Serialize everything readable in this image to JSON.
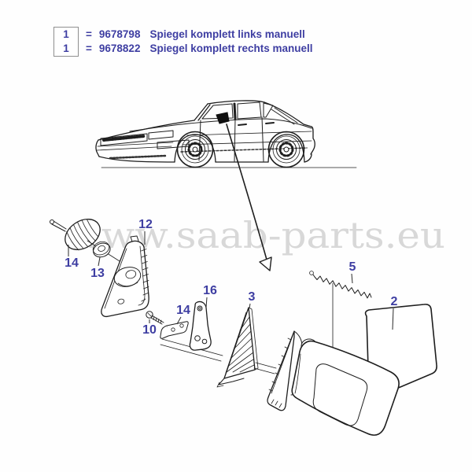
{
  "legend": {
    "rows": [
      {
        "qty": "1",
        "eq": "=",
        "code": "9678798",
        "desc": "Spiegel komplett links manuell"
      },
      {
        "qty": "1",
        "eq": "=",
        "code": "9678822",
        "desc": "Spiegel komplett rechts manuell"
      }
    ]
  },
  "watermark": {
    "text": "www.saab-parts.eu"
  },
  "colors": {
    "label_blue": "#3e3ea2",
    "line_art": "#1e1e1e",
    "watermark_gray": "#d8d8d8",
    "legend_box_border": "#8f8f8f"
  },
  "callouts": [
    {
      "num": "14",
      "part": "ball-stud"
    },
    {
      "num": "13",
      "part": "locking-nut"
    },
    {
      "num": "12",
      "part": "inner-cover"
    },
    {
      "num": "10",
      "part": "screw"
    },
    {
      "num": "14",
      "part": "clamp-bracket"
    },
    {
      "num": "16",
      "part": "support-bracket"
    },
    {
      "num": "3",
      "part": "sealing-gasket"
    },
    {
      "num": "5",
      "part": "tension-spring"
    },
    {
      "num": "2",
      "part": "mirror-glass"
    }
  ]
}
